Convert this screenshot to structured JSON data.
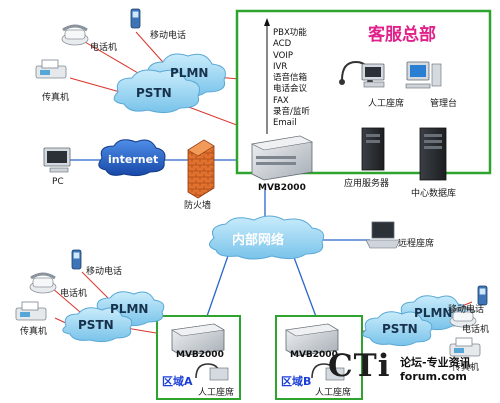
{
  "hq": {
    "title": "客服总部",
    "server_label": "MVB2000",
    "features": [
      "PBX功能",
      "ACD",
      "VOIP",
      "IVR",
      "语音信箱",
      "电话会议",
      "FAX",
      "录音/监听",
      "Email"
    ],
    "agent_label": "人工座席",
    "console_label": "管理台",
    "app_server_label": "应用服务器",
    "db_label": "中心数据库"
  },
  "top": {
    "phone_label": "电话机",
    "mobile_label": "移动电话",
    "fax_label": "传真机",
    "plmn": "PLMN",
    "pstn": "PSTN"
  },
  "mid": {
    "pc_label": "PC",
    "internet": "internet",
    "firewall_label": "防火墙",
    "lan": "内部网络",
    "remote_label": "远程座席"
  },
  "left": {
    "mobile_label": "移动电话",
    "phone_label": "电话机",
    "fax_label": "传真机",
    "plmn": "PLMN",
    "pstn": "PSTN"
  },
  "region_a": {
    "name": "区域A",
    "server": "MVB2000",
    "agent": "人工座席"
  },
  "region_b": {
    "name": "区域B",
    "server": "MVB2000",
    "agent": "人工座席"
  },
  "right": {
    "mobile_label": "移动电话",
    "phone_label": "电话机",
    "fax_label": "传真机",
    "plmn": "PLMN",
    "pstn": "PSTN"
  },
  "watermark": {
    "brand": "CTi",
    "tag1": "论坛-专业资讯",
    "tag2": "forum.com"
  },
  "colors": {
    "hq_border": "#2ea32e",
    "region_border": "#2ea32e",
    "link_red": "#d9342b",
    "link_blue": "#2a66c9",
    "cloud_fill": "#9fd6f2",
    "internet_fill": "#1f5fc8",
    "hq_title": "#e0218a",
    "region_name": "#1a3fd6"
  }
}
